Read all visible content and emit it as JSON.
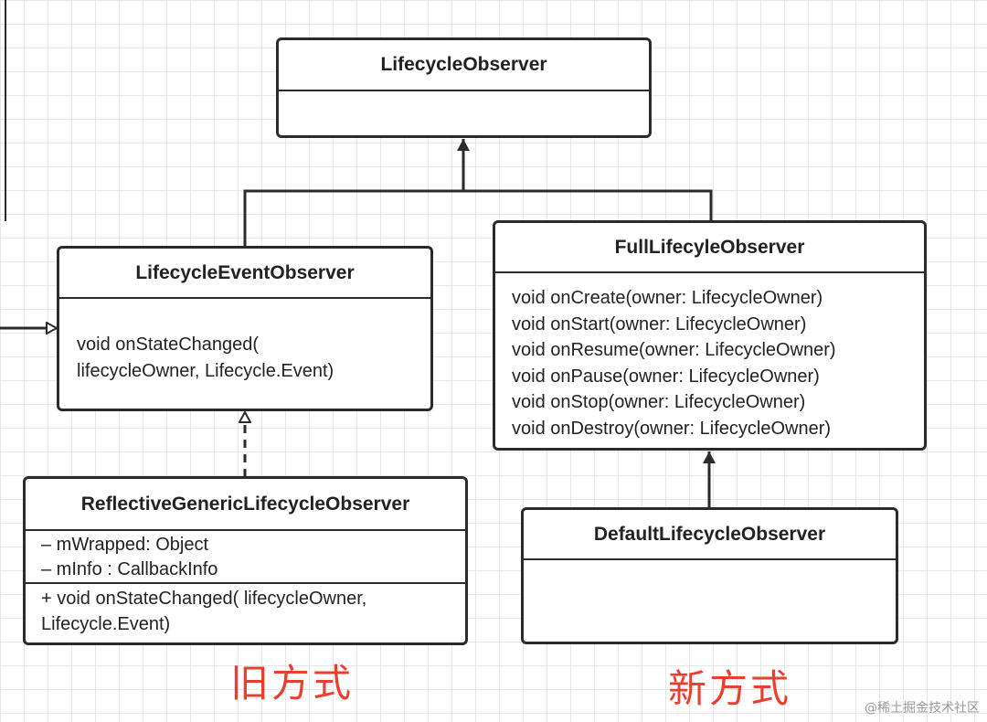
{
  "classes": {
    "lifecycle_observer": {
      "name": "LifecycleObserver"
    },
    "lifecycle_event_observer": {
      "name": "LifecycleEventObserver",
      "methods": [
        "void onStateChanged(",
        "lifecycleOwner,  Lifecycle.Event)"
      ]
    },
    "full_lifecycle_observer": {
      "name": "FullLifecyleObserver",
      "methods": [
        "void onCreate(owner: LifecycleOwner)",
        "void onStart(owner: LifecycleOwner)",
        "void onResume(owner: LifecycleOwner)",
        "void onPause(owner: LifecycleOwner)",
        "void onStop(owner: LifecycleOwner)",
        "void onDestroy(owner: LifecycleOwner)"
      ]
    },
    "reflective_generic_observer": {
      "name": "ReflectiveGenericLifecycleObserver",
      "fields": [
        "– mWrapped: Object",
        "– mInfo : CallbackInfo"
      ],
      "methods": [
        "+ void onStateChanged( lifecycleOwner,",
        "Lifecycle.Event)"
      ]
    },
    "default_lifecycle_observer": {
      "name": "DefaultLifecycleObserver"
    }
  },
  "captions": {
    "old_way": "旧方式",
    "new_way": "新方式"
  },
  "watermark": "@稀土掘金技术社区",
  "colors": {
    "caption": "#e8402f",
    "border": "#2b2b2b",
    "grid": "#e6e6e6"
  }
}
